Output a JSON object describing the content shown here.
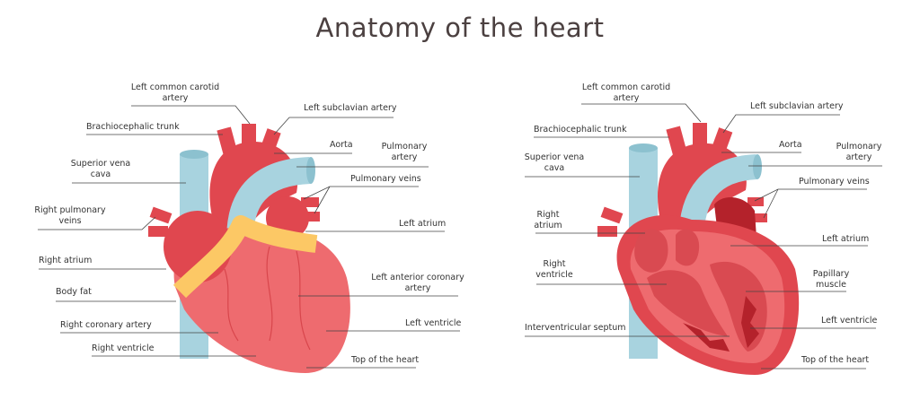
{
  "title": "Anatomy of the heart",
  "colors": {
    "artery": "#e0474f",
    "muscle": "#ee6b6f",
    "vein": "#a8d3df",
    "fat": "#fcc865",
    "dark": "#c12a32",
    "text": "#333333"
  },
  "external_view": {
    "labels": {
      "left_common_carotid": "Left common carotid\nartery",
      "brachiocephalic": "Brachiocephalic trunk",
      "superior_vena_cava": "Superior vena\ncava",
      "right_pulmonary_veins": "Right pulmonary\nveins",
      "right_atrium": "Right atrium",
      "body_fat": "Body fat",
      "right_coronary": "Right coronary artery",
      "right_ventricle": "Right ventricle",
      "left_subclavian": "Left subclavian artery",
      "aorta": "Aorta",
      "pulmonary_artery": "Pulmonary\nartery",
      "pulmonary_veins": "Pulmonary veins",
      "left_atrium": "Left atrium",
      "left_anterior_coronary": "Left anterior coronary\nartery",
      "left_ventricle": "Left ventricle",
      "top_of_heart": "Top of the heart"
    }
  },
  "internal_view": {
    "labels": {
      "left_common_carotid": "Left common carotid\nartery",
      "brachiocephalic": "Brachiocephalic trunk",
      "superior_vena_cava": "Superior vena\ncava",
      "right_atrium": "Right\natrium",
      "right_ventricle": "Right\nventricle",
      "interventricular_septum": "Interventricular septum",
      "left_subclavian": "Left subclavian artery",
      "aorta": "Aorta",
      "pulmonary_artery": "Pulmonary\nartery",
      "pulmonary_veins": "Pulmonary veins",
      "left_atrium": "Left atrium",
      "papillary_muscle": "Papillary\nmuscle",
      "left_ventricle": "Left ventricle",
      "top_of_heart": "Top of the heart"
    }
  }
}
